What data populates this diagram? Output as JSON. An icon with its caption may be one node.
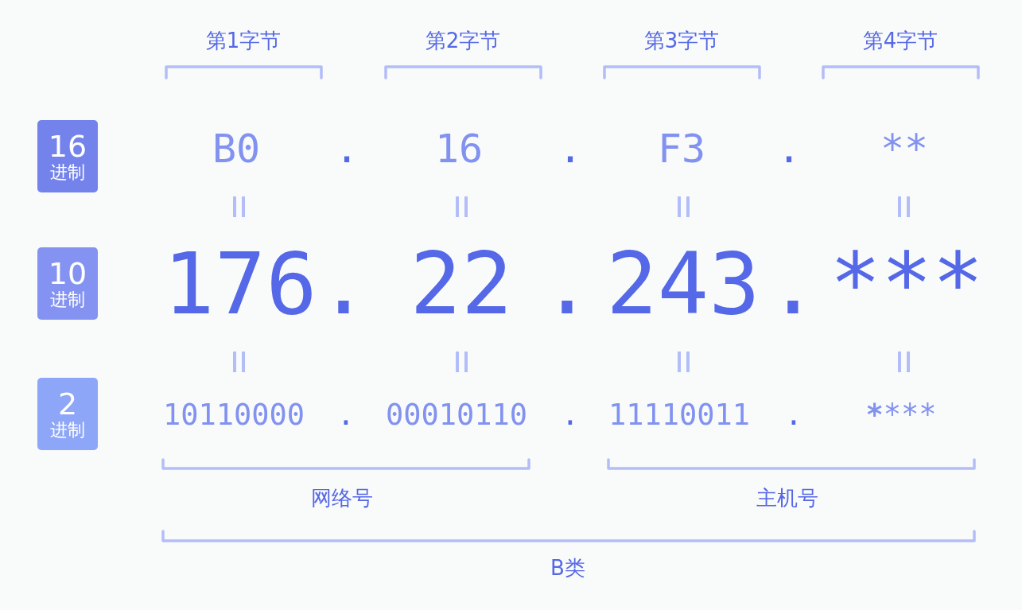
{
  "diagram": {
    "nodes": [
      {
        "text": [
          "16",
          "进制"
        ]
      },
      {
        "text": [
          "10",
          "进制"
        ]
      },
      {
        "text": [
          "2",
          "进制"
        ]
      }
    ],
    "labels": [
      "第1字节",
      "第2字节",
      "第3字节",
      "第4字节",
      "B0",
      ".",
      "16",
      ".",
      "F3",
      ".",
      "**",
      "176",
      ".",
      "22",
      ".",
      "243",
      ".",
      "***",
      "10110000",
      ".",
      "00010110",
      ".",
      "11110011",
      ".",
      "********",
      "网络号",
      "主机号",
      "B类"
    ]
  }
}
